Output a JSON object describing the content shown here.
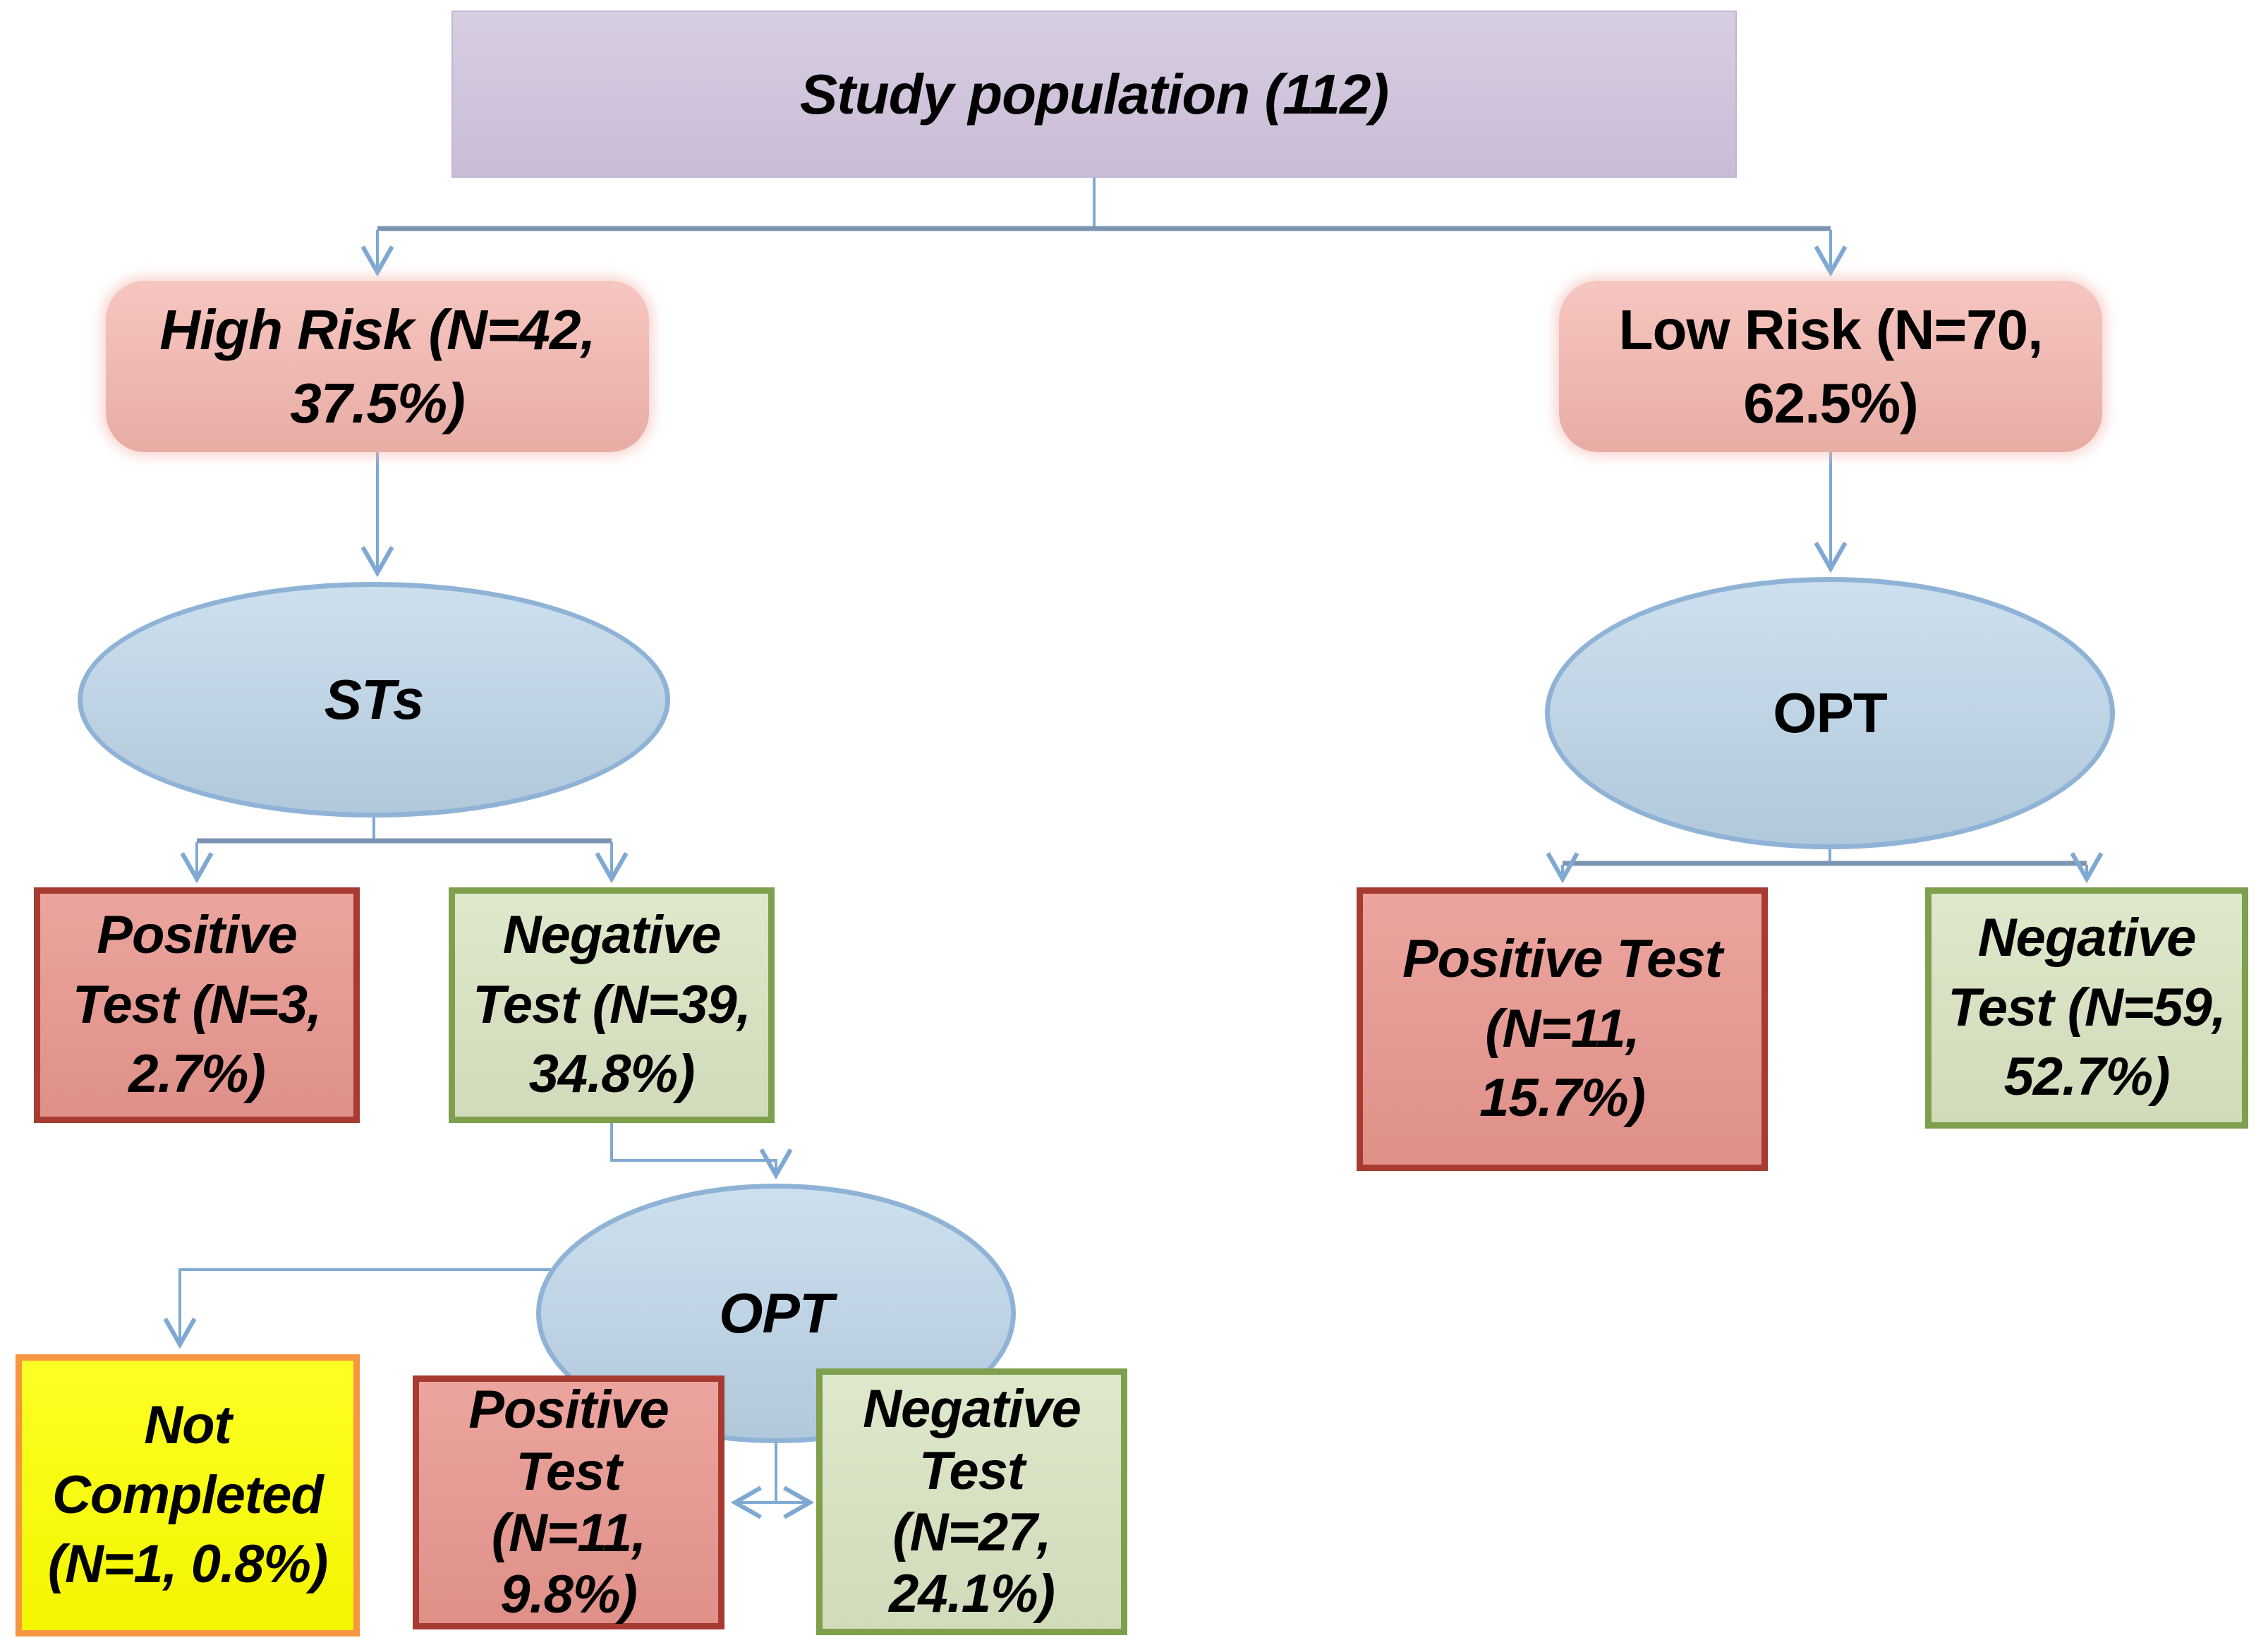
{
  "figure": {
    "background": "#ffffff",
    "palette": {
      "purple_fill": "#cfc3dc",
      "purple_border": "#c3b5d3",
      "pink_fill": "#f4b6ae",
      "blue_fill": "#bcd5e9",
      "blue_border": "#8fb3d6",
      "red_fill": "#e8968e",
      "red_border": "#a83b31",
      "green_fill": "#d9e4c2",
      "green_border": "#7e9f4b",
      "yellow_fill": "#fdff00",
      "orange_border": "#f79640",
      "arrow_light": "#7fa9d2",
      "arrow_heavy": "#7b94b2",
      "text": "#000000"
    },
    "nodes": {
      "study": {
        "label": "Study population (112)",
        "shape": "rect",
        "fill": "#cfc3dc",
        "border": "#c3b5d3",
        "italic": true
      },
      "high_risk": {
        "label": "High Risk (N=42,\n37.5%)",
        "shape": "rounded",
        "fill": "#f4b6ae",
        "italic": true
      },
      "low_risk": {
        "label": "Low Risk (N=70,\n62.5%)",
        "shape": "rounded",
        "fill": "#f4b6ae",
        "italic": false
      },
      "sts": {
        "label": "STs",
        "shape": "ellipse",
        "fill": "#bcd5e9",
        "border": "#8fb3d6",
        "italic": true
      },
      "st_positive": {
        "label": "Positive\nTest (N=3,\n2.7%)",
        "shape": "rect",
        "fill": "#e8968e",
        "border": "#a83b31",
        "italic": true
      },
      "st_negative": {
        "label": "Negative\nTest (N=39,\n34.8%)",
        "shape": "rect",
        "fill": "#d9e4c2",
        "border": "#7e9f4b",
        "italic": true
      },
      "opt_high": {
        "label": "OPT",
        "shape": "ellipse",
        "fill": "#bcd5e9",
        "border": "#8fb3d6",
        "italic": true
      },
      "not_completed": {
        "label": "Not\nCompleted\n(N=1, 0.8%)",
        "shape": "rect",
        "fill": "#fdff00",
        "border": "#f79640",
        "italic": true
      },
      "opt_high_positive": {
        "label": "Positive\nTest\n(N=11,\n9.8%)",
        "shape": "rect",
        "fill": "#e8968e",
        "border": "#a83b31",
        "italic": true
      },
      "opt_high_negative": {
        "label": "Negative\nTest\n(N=27,\n24.1%)",
        "shape": "rect",
        "fill": "#d9e4c2",
        "border": "#7e9f4b",
        "italic": true
      },
      "opt_low": {
        "label": "OPT",
        "shape": "ellipse",
        "fill": "#bcd5e9",
        "border": "#8fb3d6",
        "italic": false
      },
      "opt_low_positive": {
        "label": "Positive Test\n(N=11,\n15.7%)",
        "shape": "rect",
        "fill": "#e8968e",
        "border": "#a83b31",
        "italic": true
      },
      "opt_low_negative": {
        "label": "Negative\nTest (N=59,\n52.7%)",
        "shape": "rect",
        "fill": "#d9e4c2",
        "border": "#7e9f4b",
        "italic": true
      }
    }
  }
}
